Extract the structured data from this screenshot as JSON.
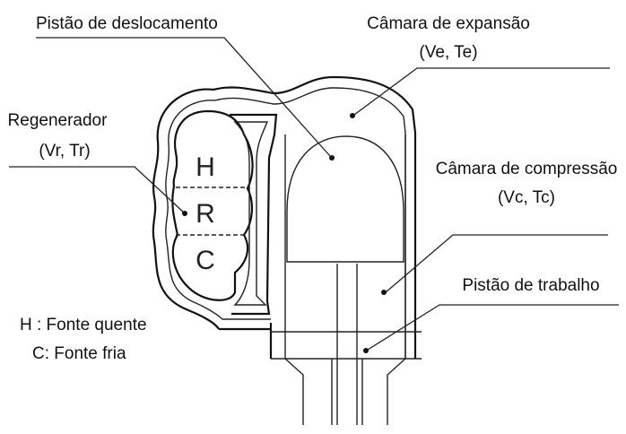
{
  "labels": {
    "displacer_piston": "Pistão de deslocamento",
    "expansion_chamber": "Câmara de expansão",
    "expansion_vars": "(Ve, Te)",
    "regenerator": "Regenerador",
    "regenerator_vars": "(Vr, Tr)",
    "compression_chamber": "Câmara de compressão",
    "compression_vars": "(Vc, Tc)",
    "working_piston": "Pistão de trabalho"
  },
  "regenerator_letters": {
    "hot": "H",
    "regen": "R",
    "cold": "C"
  },
  "legend": {
    "hot_source": "H : Fonte quente",
    "cold_source": "C: Fonte fria"
  }
}
